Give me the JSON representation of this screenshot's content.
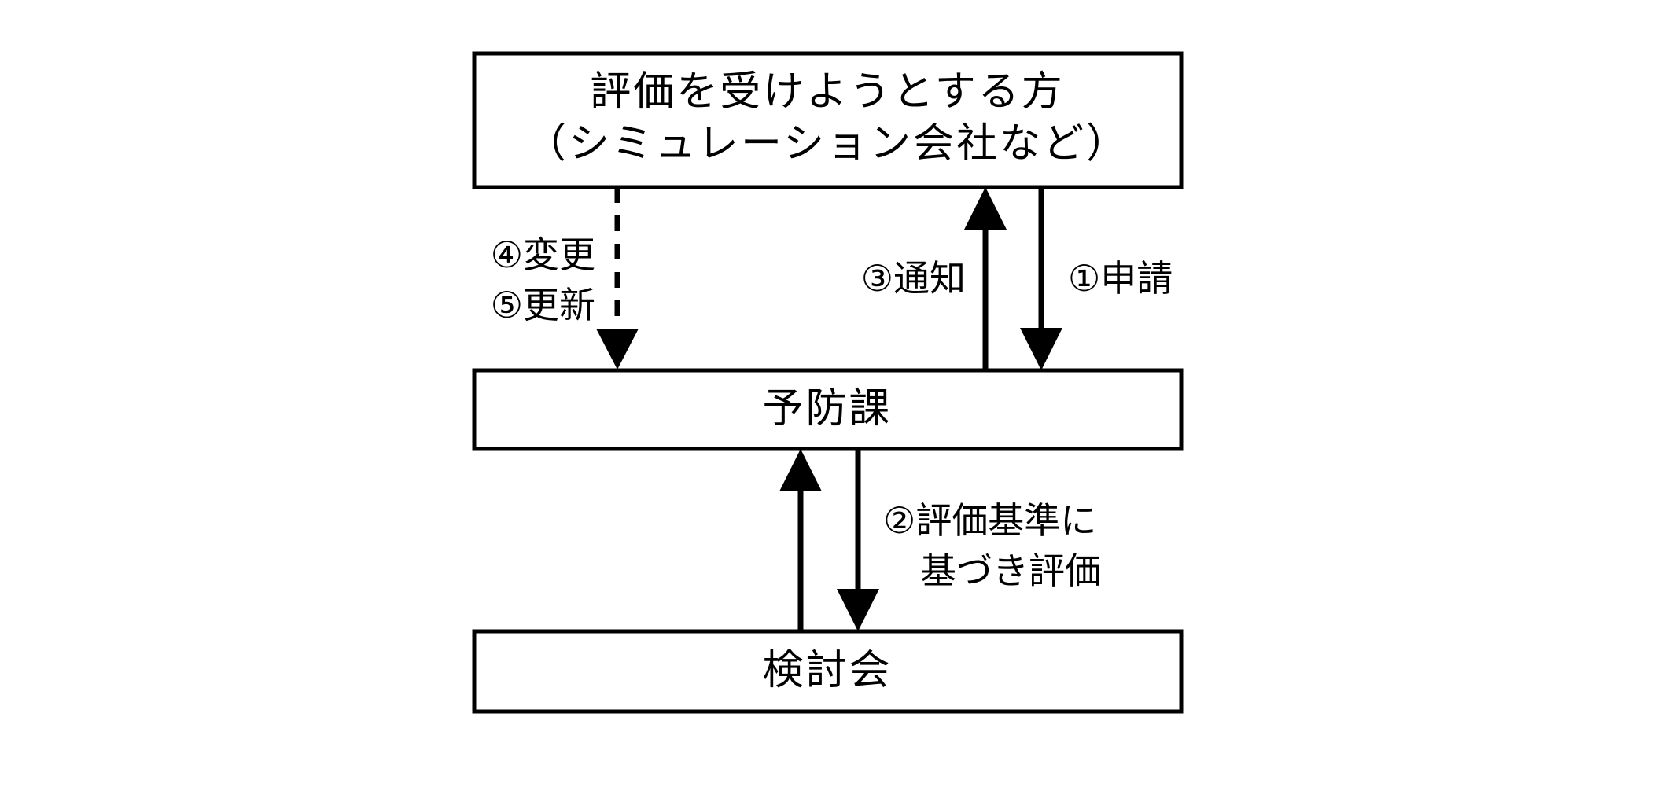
{
  "diagram": {
    "background_color": "#ffffff",
    "line_color": "#000000",
    "title": "",
    "nodes": [
      {
        "id": "applicant",
        "name": "applicant-box",
        "line1": "評価を受けようとする方",
        "line2": "（シミュレーション会社など）"
      },
      {
        "id": "prevention",
        "name": "prevention-division-box",
        "line1": "予防課"
      },
      {
        "id": "committee",
        "name": "review-committee-box",
        "line1": "検討会"
      }
    ],
    "edges": [
      {
        "id": "application",
        "name": "edge-application",
        "label": "①申請",
        "from": "applicant",
        "to": "prevention",
        "style": "solid",
        "direction": "down"
      },
      {
        "id": "evaluation",
        "name": "edge-evaluation",
        "label_line1": "②評価基準に",
        "label_line2": "基づき評価",
        "from": "prevention",
        "to": "committee",
        "style": "solid",
        "direction": "down"
      },
      {
        "id": "notification",
        "name": "edge-notification",
        "label": "③通知",
        "from": "prevention",
        "to": "applicant",
        "style": "solid",
        "direction": "up"
      },
      {
        "id": "committee-return",
        "name": "edge-committee-return",
        "label": "",
        "from": "committee",
        "to": "prevention",
        "style": "solid",
        "direction": "up"
      },
      {
        "id": "change-renewal",
        "name": "edge-change-renewal",
        "label_line1": "④変更",
        "label_line2": "⑤更新",
        "from": "applicant",
        "to": "prevention",
        "style": "dashed",
        "direction": "down"
      }
    ]
  }
}
